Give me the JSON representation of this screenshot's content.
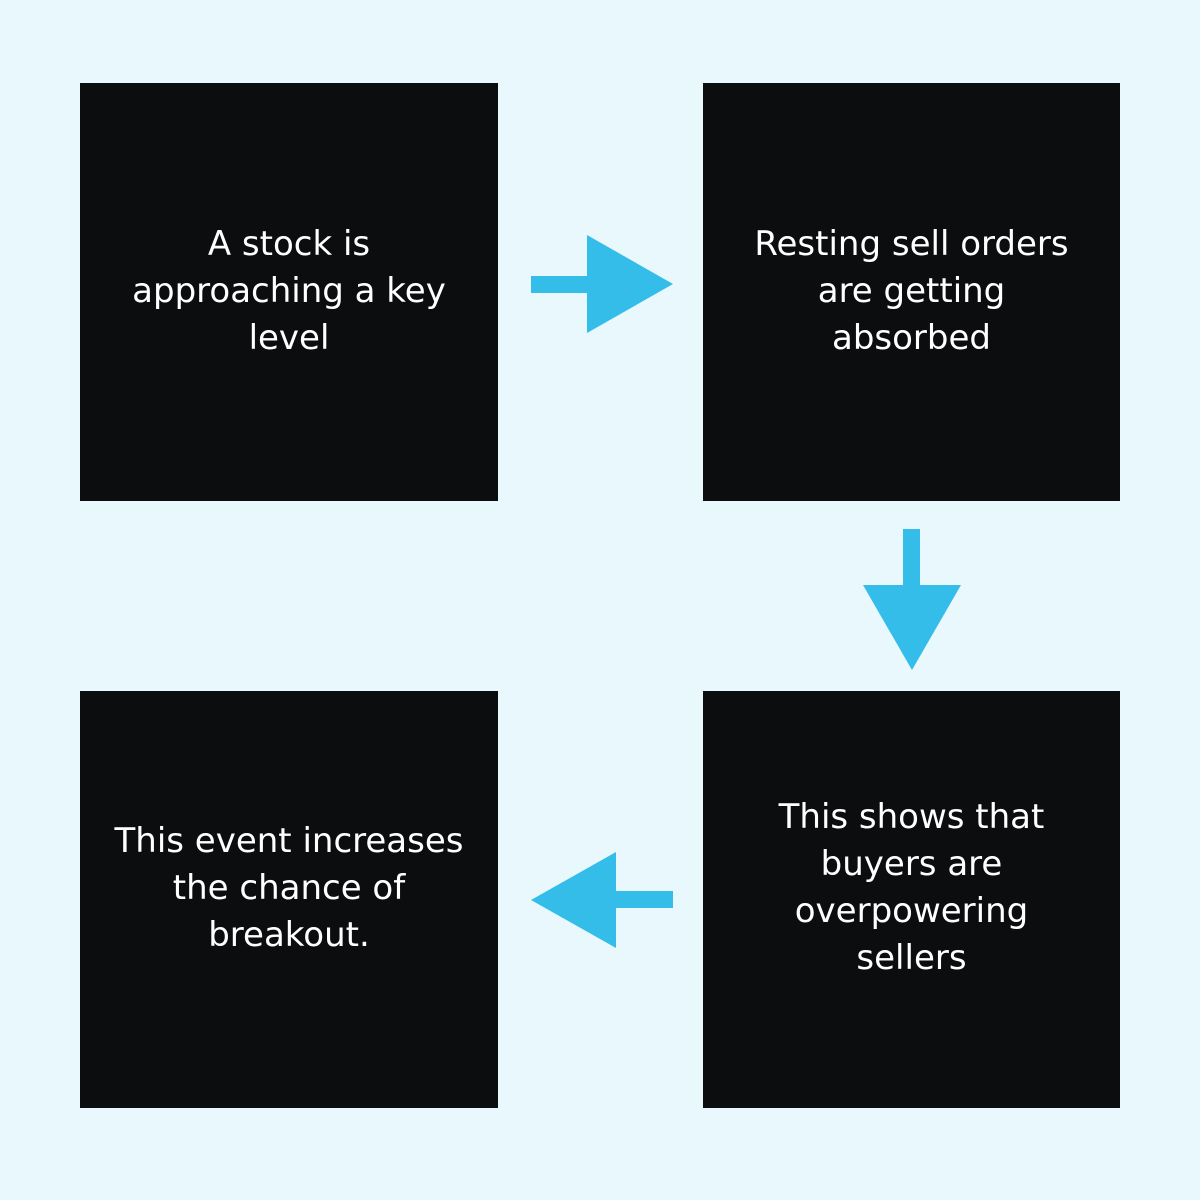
{
  "colors": {
    "background": "#e9f8fd",
    "box_fill": "#0b0d0f",
    "box_text": "#ffffff",
    "arrow": "#33bde8"
  },
  "steps": [
    {
      "text": "A stock is\napproaching a key\nlevel"
    },
    {
      "text": "Resting sell orders\nare getting\nabsorbed"
    },
    {
      "text": "This shows that\nbuyers are\noverpowering\nsellers"
    },
    {
      "text": "This event increases\nthe chance of\nbreakout."
    }
  ],
  "arrows": [
    {
      "icon": "arrow-right-icon",
      "from": 1,
      "to": 2
    },
    {
      "icon": "arrow-down-icon",
      "from": 2,
      "to": 3
    },
    {
      "icon": "arrow-left-icon",
      "from": 3,
      "to": 4
    }
  ]
}
